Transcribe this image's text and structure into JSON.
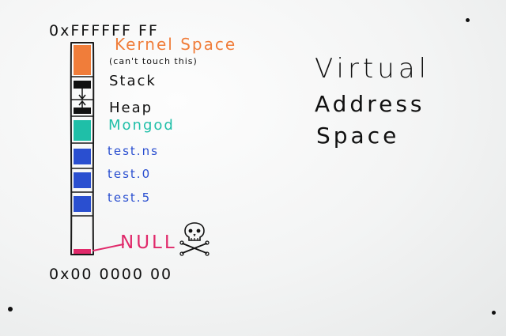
{
  "whiteboard": {
    "top_address": "0xFFFFFF FF",
    "bottom_address": "0x00 0000 00",
    "kernel": {
      "label": "Kernel Space",
      "note": "(can't touch this)",
      "color": "#f07d3a"
    },
    "stack": {
      "label": "Stack",
      "color": "#111111"
    },
    "heap": {
      "label": "Heap",
      "color": "#111111"
    },
    "mongod": {
      "label": "Mongod",
      "color": "#1fbfa8"
    },
    "files": [
      {
        "label": "test.ns",
        "color": "#2a4fd0"
      },
      {
        "label": "test.0",
        "color": "#2a4fd0"
      },
      {
        "label": "test.5",
        "color": "#2a4fd0"
      }
    ],
    "null": {
      "label": "NULL",
      "color": "#e0296a",
      "icon": "skull-and-crossbones-icon"
    },
    "title": {
      "line1": "Virtual",
      "line2": "Address",
      "line3": "Space",
      "color": "#111111"
    }
  }
}
